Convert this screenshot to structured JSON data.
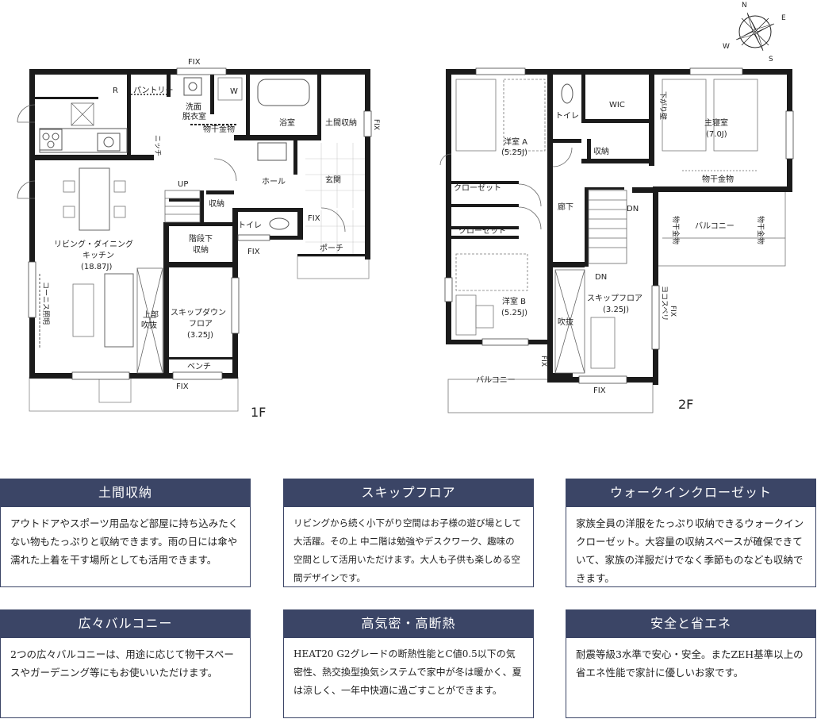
{
  "plan": {
    "compass": {
      "n": "N",
      "e": "E",
      "s": "S",
      "w": "W"
    },
    "floor1": {
      "label": "1F",
      "labels": {
        "fix_top": "FIX",
        "r": "R",
        "pantry": "パントリー",
        "w": "W",
        "senmen": "洗面",
        "datsui": "脱衣室",
        "monohoshi": "物干金物",
        "yokushitsu": "浴室",
        "doma": "土間収納",
        "fix_right": "FIX",
        "niche": "ニッチ",
        "hall": "ホール",
        "genkan": "玄関",
        "up": "UP",
        "shuno": "収納",
        "toilet": "トイレ",
        "fix_mid": "FIX",
        "fix_toilet": "FIX",
        "porch": "ポーチ",
        "ldk1": "リビング・ダイニング",
        "ldk2": "キッチン",
        "ldk3": "(18.87J)",
        "kaidan1": "階段下",
        "kaidan2": "収納",
        "cornice": "コーニス照明",
        "fukinuke1": "上部",
        "fukinuke2": "吹抜",
        "skipdown1": "スキップダウン",
        "skipdown2": "フロア",
        "skipdown3": "(3.25J)",
        "bench": "ベンチ",
        "fix_bottom": "FIX"
      }
    },
    "floor2": {
      "label": "2F",
      "labels": {
        "yoshitsuA": "洋室 A",
        "yoshitsuA_size": "(5.25J)",
        "toilet": "トイレ",
        "wic": "WIC",
        "sagari": "下がり壁",
        "shushin": "主寝室",
        "shushin_size": "(7.0J)",
        "closet1": "クローゼット",
        "shuno": "収納",
        "monohoshi": "物干金物",
        "roka": "廊下",
        "dn1": "DN",
        "balcony": "バルコニー",
        "monohoshi_l": "物干金物",
        "monohoshi_r": "物干金物",
        "closet2": "クローゼット",
        "dn2": "DN",
        "yoshitsuB": "洋室 B",
        "yoshitsuB_size": "(5.25J)",
        "skip1": "スキップフロア",
        "skip2": "(3.25J)",
        "yokosuberi": "ヨコスベリ",
        "fix_side": "FIX",
        "fukinuke": "吹抜",
        "fix_balc": "FIX",
        "balcony2": "バルコニー",
        "fix_bottom": "FIX"
      }
    }
  },
  "features": [
    {
      "title": "土間収納",
      "body": "アウトドアやスポーツ用品など部屋に持ち込みたくない物もたっぷりと収納できます。雨の日には傘や濡れた上着を干す場所としても活用できます。"
    },
    {
      "title": "スキップフロア",
      "body": "リビングから続く小下がり空間はお子様の遊び場として大活躍。その上 中二階は勉強やデスクワーク、趣味の空間として活用いただけます。大人も子供も楽しめる空間デザインです。"
    },
    {
      "title": "ウォークインクローゼット",
      "body": "家族全員の洋服をたっぷり収納できるウォークインクローゼット。大容量の収納スペースが確保できていて、家族の洋服だけでなく季節ものなども収納できます。"
    },
    {
      "title": "広々バルコニー",
      "body": "2つの広々バルコニーは、用途に応じて物干スペースやガーデニング等にもお使いいただけます。"
    },
    {
      "title": "高気密・高断熱",
      "body": "HEAT20 G2グレードの断熱性能とC値0.5以下の気密性、熱交換型換気システムで家中が冬は暖かく、夏は涼しく、一年中快適に過ごすことができます。"
    },
    {
      "title": "安全と省エネ",
      "body": "耐震等級3水準で安心・安全。またZEH基準以上の省エネ性能で家計に優しいお家です。"
    }
  ]
}
